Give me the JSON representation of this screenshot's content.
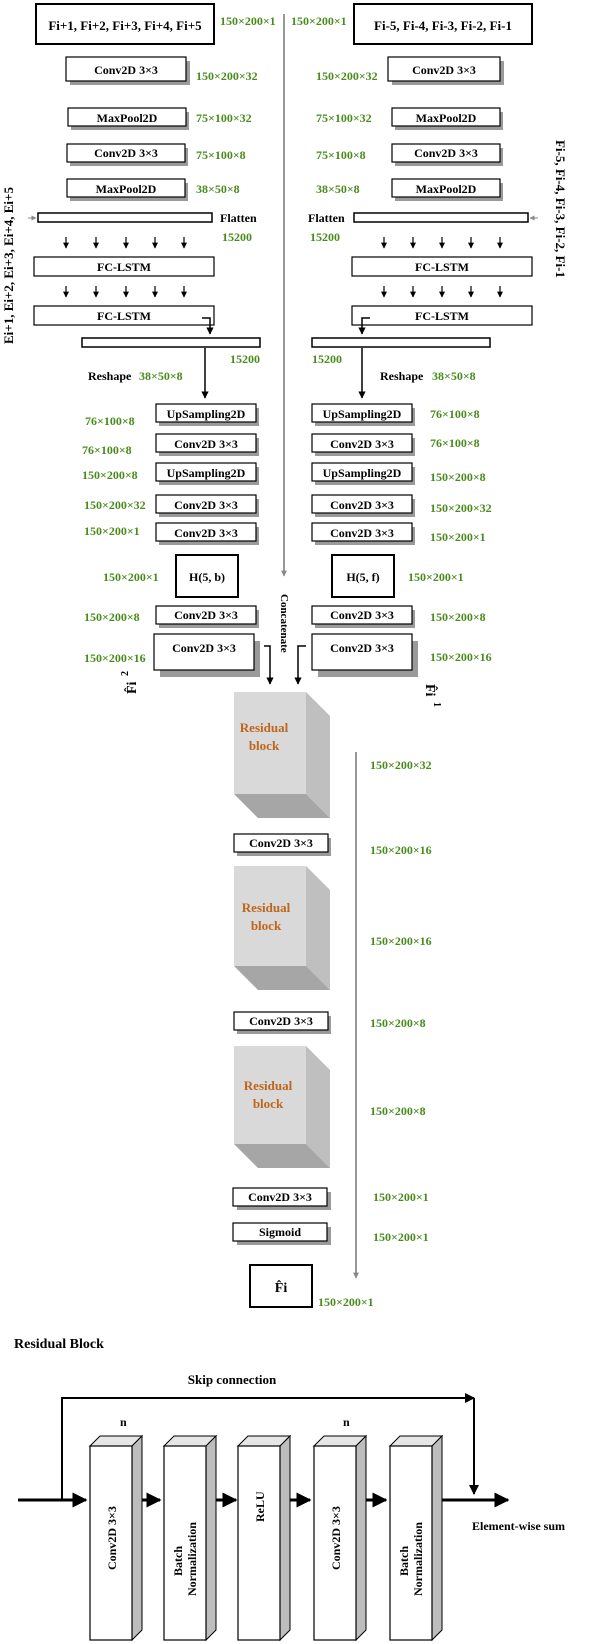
{
  "inputs": {
    "forward": "Fi+1, Fi+2, Fi+3, Fi+4, Fi+5",
    "backward": "Fi-5, Fi-4, Fi-3, Fi-2, Fi-1",
    "forward_rows": "Ei+1, Ei+2, Ei+3, Ei+4, Ei+5",
    "backward_rows": "Fi-5, Fi-4, Fi-3, Fi-2, Fi-1"
  },
  "ops": {
    "conv": "Conv2D 3×3",
    "maxpool": "MaxPool2D",
    "upsampling": "UpSampling2D",
    "fclstm": "FC-LSTM",
    "flatten": "Flatten",
    "reshape": "Reshape",
    "sigmoid": "Sigmoid",
    "concatenate": "Concatenate",
    "h_back": "H(5, b)",
    "h_fwd": "H(5, f)",
    "residual_l1": "Residual",
    "residual_l2": "block"
  },
  "outputs": {
    "fi_hat": "F̂i",
    "fi_hat_b": "F̂i",
    "fi_hat_b_sup": "2",
    "fi_hat_f": "F̂i",
    "fi_hat_f_sup": "1"
  },
  "dims": {
    "d150_200_1": "150×200×1",
    "d150_200_32": "150×200×32",
    "d75_100_32": "75×100×32",
    "d75_100_8": "75×100×8",
    "d38_50_8": "38×50×8",
    "d15200": "15200",
    "d76_100_8": "76×100×8",
    "d150_200_8": "150×200×8",
    "d150_200_16": "150×200×16"
  },
  "residual_block": {
    "title": "Residual Block",
    "skip": "Skip connection",
    "n": "n",
    "conv": "Conv2D 3×3",
    "bn_line1": "Batch",
    "bn_line2": "Normalization",
    "relu": "ReLU",
    "sum": "Element-wise sum"
  },
  "colors": {
    "dim_text": "#4a8a1c",
    "residual_text": "#c0651c",
    "residual_fill": "#d9d9d9",
    "box_shadow": "#9a9a9a"
  }
}
